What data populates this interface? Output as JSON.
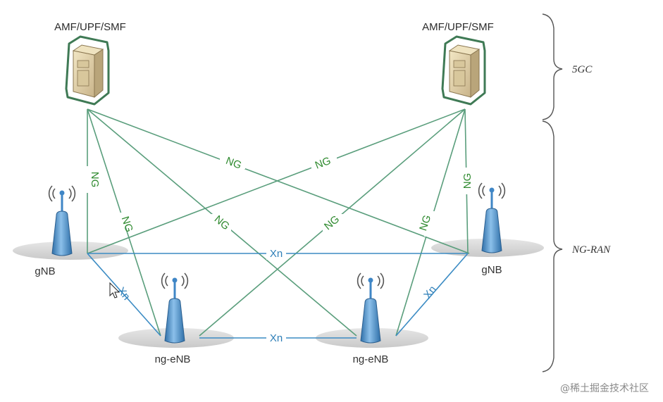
{
  "core": {
    "left_label": "AMF/UPF/SMF",
    "right_label": "AMF/UPF/SMF"
  },
  "nodes": {
    "gnb_left": "gNB",
    "gnb_right": "gNB",
    "ngenb_left": "ng-eNB",
    "ngenb_right": "ng-eNB"
  },
  "interfaces": {
    "ng": "NG",
    "xn": "Xn"
  },
  "braces": {
    "core_label": "5GC",
    "ran_label": "NG-RAN"
  },
  "watermark": "@稀土掘金技术社区",
  "colors": {
    "ng_line": "#5a9e7c",
    "xn_line": "#3c8cc4",
    "ng_text": "#2f8a2f",
    "xn_text": "#2f7fb8",
    "server_border": "#3f7a55",
    "antenna": "#3f86c6"
  }
}
